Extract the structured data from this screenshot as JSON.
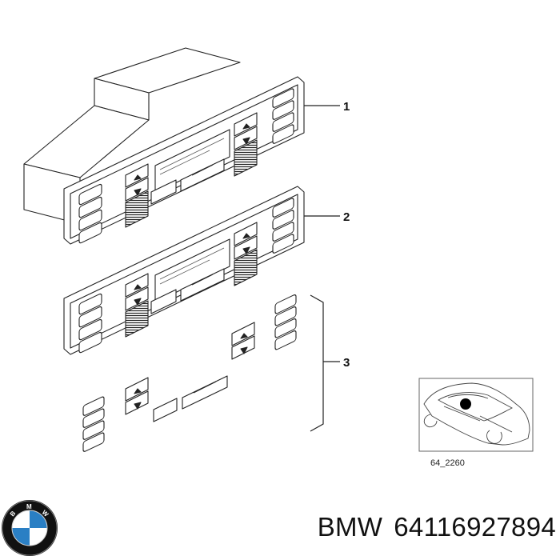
{
  "diagram": {
    "callouts": [
      {
        "label": "1"
      },
      {
        "label": "2"
      },
      {
        "label": "3"
      }
    ],
    "inset_code": "64_2260"
  },
  "caption": {
    "brand": "BMW",
    "part_number": "64116927894"
  },
  "logo": {
    "icon": "bmw-roundel-icon",
    "colors": {
      "ring": "#111111",
      "blue": "#2a7fc4",
      "white": "#ffffff"
    }
  }
}
